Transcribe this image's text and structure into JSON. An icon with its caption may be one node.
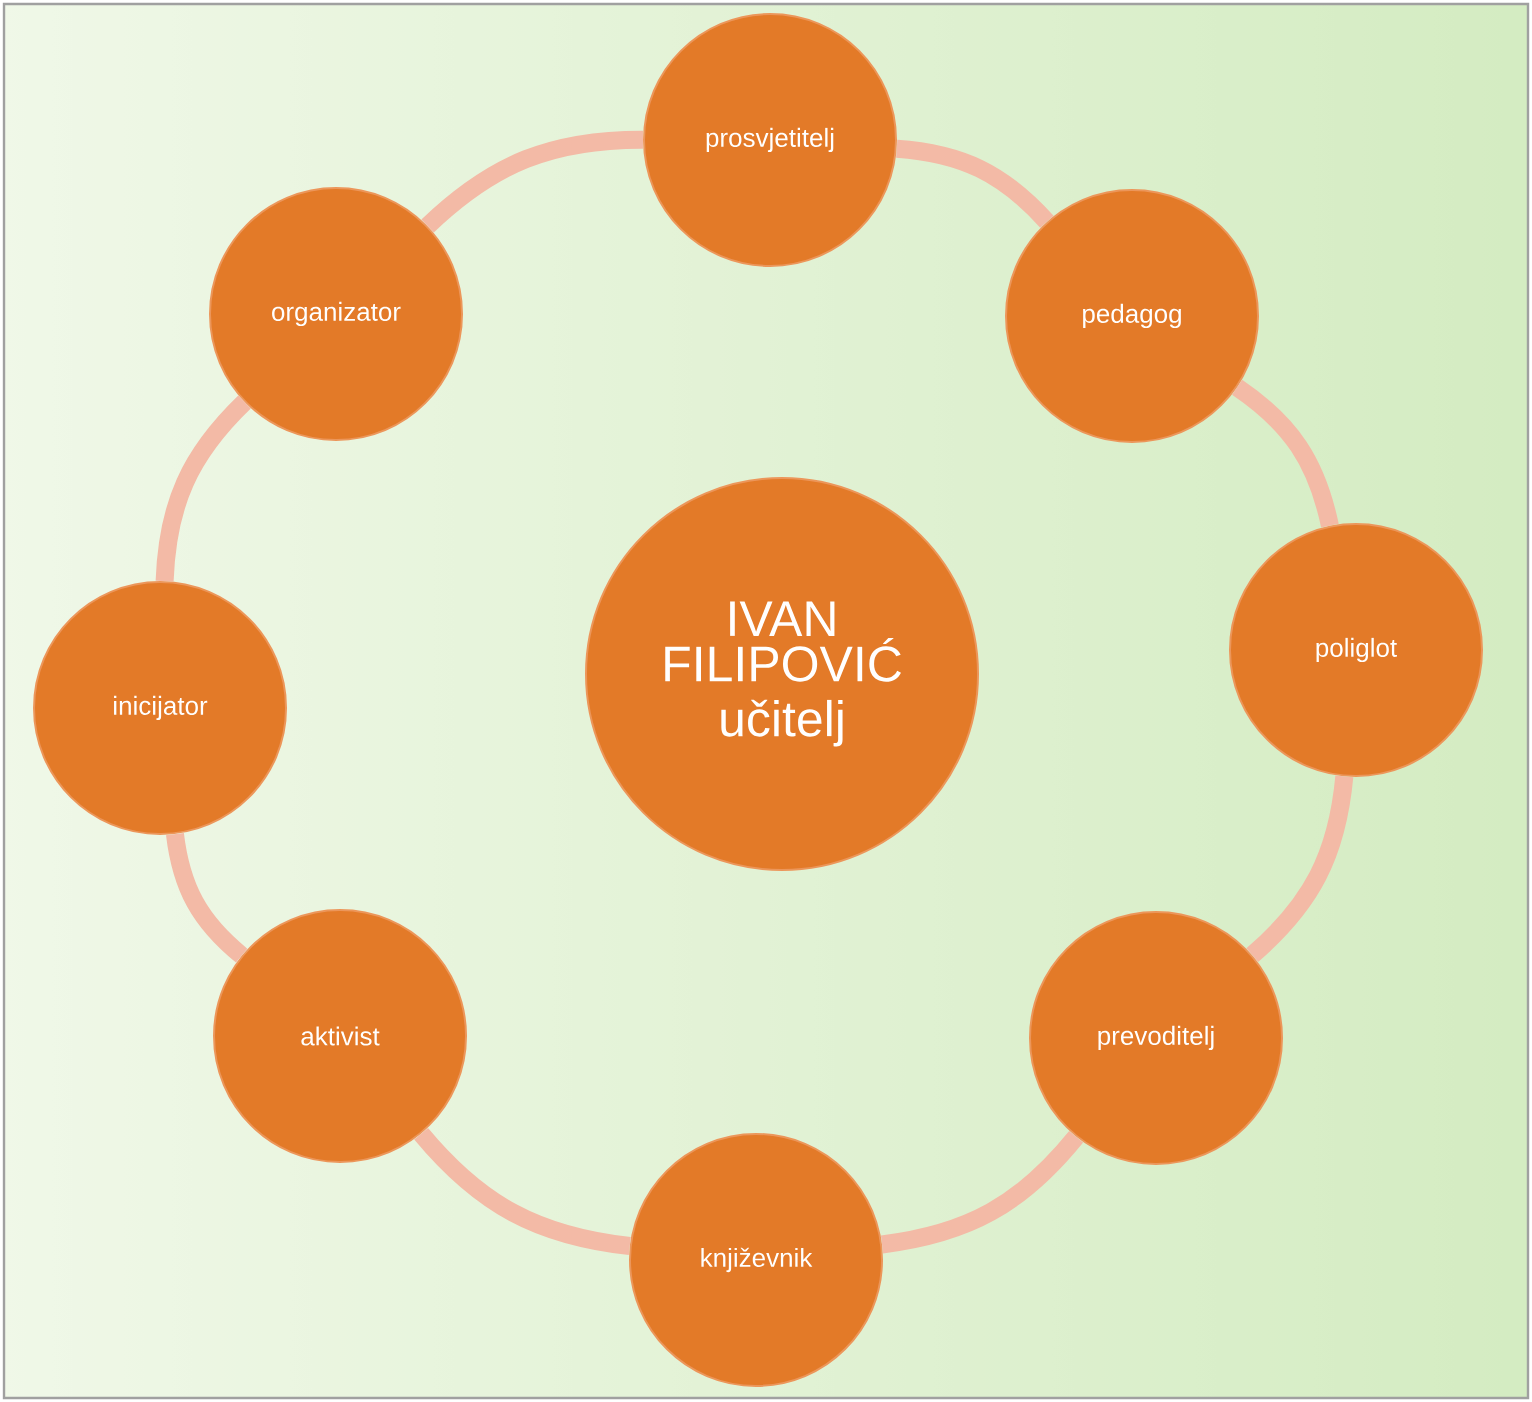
{
  "diagram": {
    "nodes": [
      {
        "text": [
          "IVAN FILIPOVIĆ",
          "učitelj"
        ]
      },
      {
        "text": [
          "prosvjetitelj"
        ]
      },
      {
        "text": [
          "pedagog"
        ]
      },
      {
        "text": [
          "poliglot"
        ]
      },
      {
        "text": [
          "prevoditelj"
        ]
      },
      {
        "text": [
          "književnik"
        ]
      },
      {
        "text": [
          "aktivist"
        ]
      },
      {
        "text": [
          "inicijator"
        ]
      },
      {
        "text": [
          "organizator"
        ]
      }
    ],
    "edges": [
      {
        "from": 1,
        "to": 2,
        "arrow": "none"
      },
      {
        "from": 2,
        "to": 3,
        "arrow": "none"
      },
      {
        "from": 3,
        "to": 4,
        "arrow": "none"
      },
      {
        "from": 4,
        "to": 5,
        "arrow": "none"
      },
      {
        "from": 5,
        "to": 6,
        "arrow": "none"
      },
      {
        "from": 6,
        "to": 7,
        "arrow": "none"
      },
      {
        "from": 7,
        "to": 8,
        "arrow": "none"
      },
      {
        "from": 8,
        "to": 1,
        "arrow": "none"
      }
    ]
  }
}
